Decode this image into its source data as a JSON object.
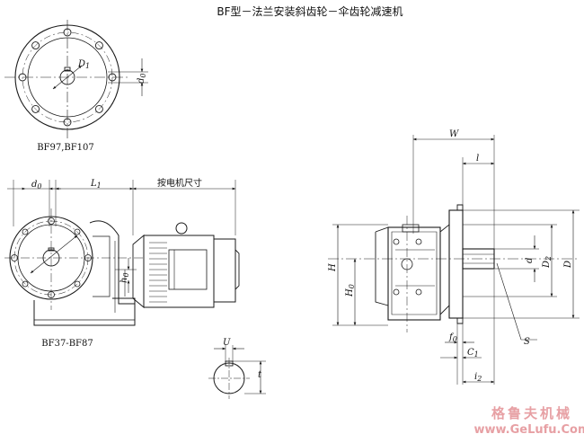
{
  "title": "BF型－法兰安装斜齿轮－伞齿轮减速机",
  "labels": {
    "top_view_caption": "BF97,BF107",
    "side_view_caption": "BF37-BF87",
    "motor_dim_text": "按电机尺寸",
    "D1": "D",
    "D1_sub": "1",
    "d0_top": "d",
    "d0_top_sub": "0",
    "d0_side": "d",
    "d0_side_sub": "0",
    "L1": "L",
    "L1_sub": "1",
    "h0_side": "h",
    "h0_side_sub": "0",
    "U": "U",
    "t": "t",
    "W": "W",
    "l": "l",
    "H": "H",
    "H0": "H",
    "H0_sub": "0",
    "d": "d",
    "D2": "D",
    "D2_sub": "2",
    "D": "D",
    "f0": "f",
    "f0_sub": "0",
    "C1": "C",
    "C1_sub": "1",
    "i2": "i",
    "i2_sub": "2",
    "S": "S"
  },
  "watermark": {
    "brand": "格鲁夫机械",
    "url": "www.GeLufu.Com"
  },
  "colors": {
    "line": "#1a1a1a",
    "watermark": "#e7a0a4"
  }
}
